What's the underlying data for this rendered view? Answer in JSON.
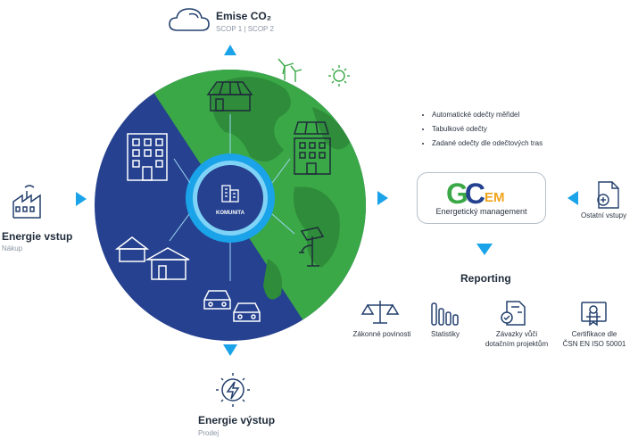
{
  "emissions": {
    "title": "Emise CO₂",
    "subtitle": "SCOP 1 | SCOP 2"
  },
  "energy_in": {
    "title": "Energie vstup",
    "subtitle": "Nákup"
  },
  "energy_out": {
    "title": "Energie výstup",
    "subtitle": "Prodej"
  },
  "community": {
    "label": "KOMUNITA"
  },
  "readings": [
    "Automatické odečty měřidel",
    "Tabulkové odečty",
    "Zadané odečty dle odečtových tras"
  ],
  "gcem": {
    "logo_g": "G",
    "logo_c": "C",
    "logo_em": "EM",
    "caption": "Energetický management"
  },
  "other_inputs": {
    "label": "Ostatní vstupy"
  },
  "reporting": {
    "title": "Reporting",
    "items": [
      {
        "icon": "scales-icon",
        "label_line1": "Zákonné povinosti",
        "label_line2": ""
      },
      {
        "icon": "bar-chart-icon",
        "label_line1": "Statistiky",
        "label_line2": ""
      },
      {
        "icon": "document-check-icon",
        "label_line1": "Závazky vůči",
        "label_line2": "dotačním projektům"
      },
      {
        "icon": "certificate-icon",
        "label_line1": "Certifikace dle",
        "label_line2": "ČSN EN ISO 50001"
      }
    ]
  },
  "colors": {
    "navy": "#25418f",
    "green": "#3aa846",
    "blue": "#1aa3e8",
    "ring_light": "#7fd3f7",
    "dark_icon": "#24406e"
  }
}
